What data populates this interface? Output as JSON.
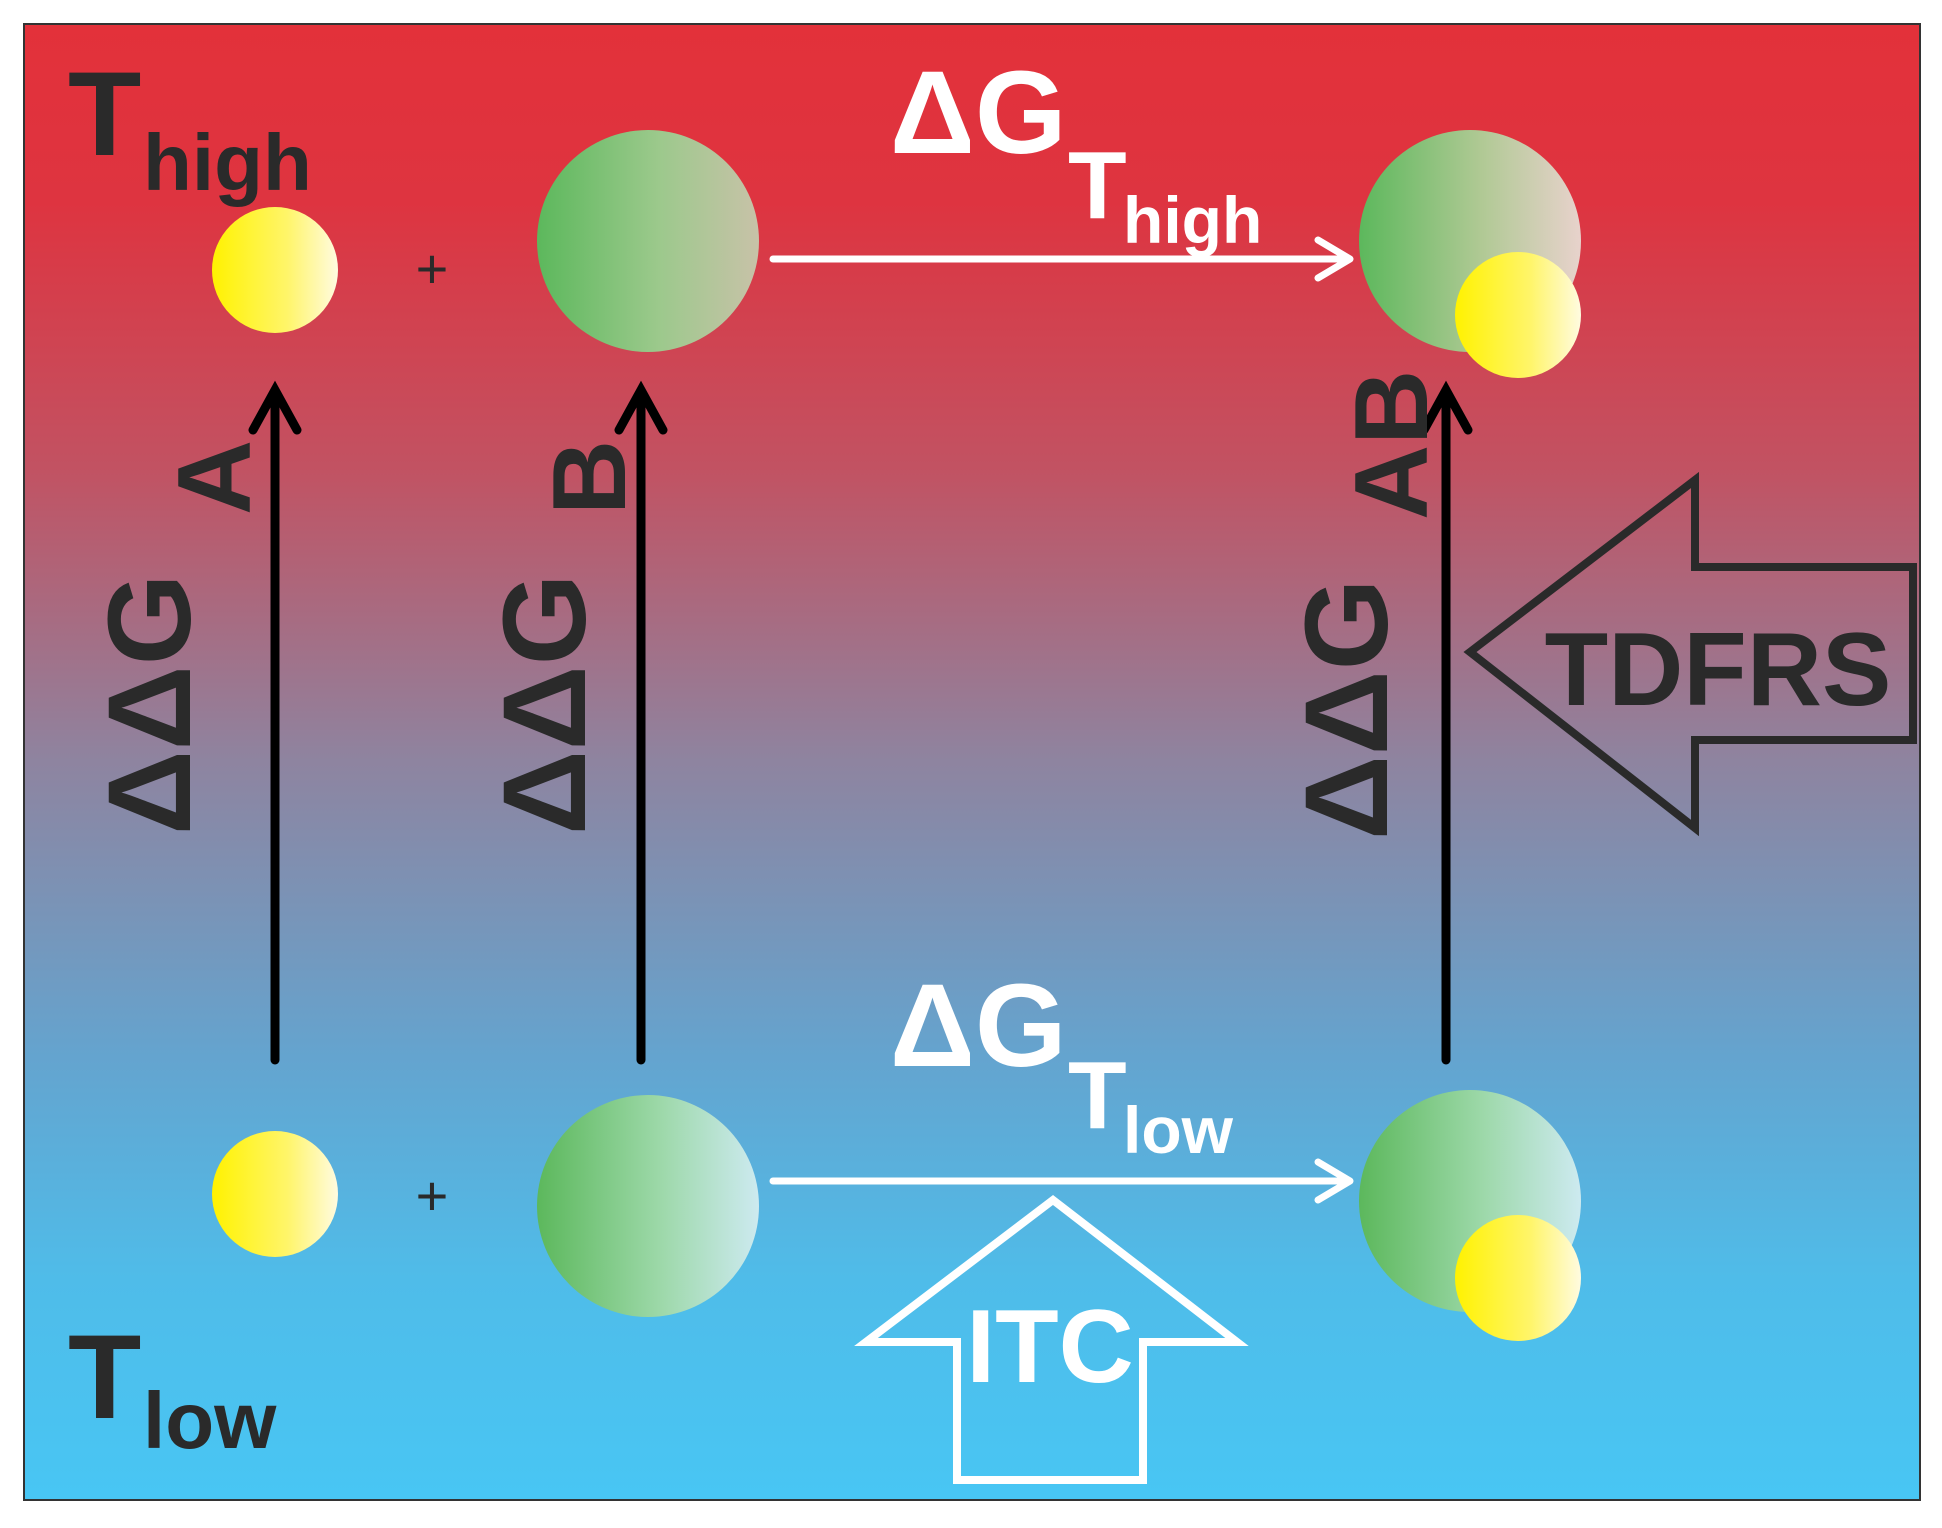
{
  "labels": {
    "t_high_main": "T",
    "t_high_sub": "high",
    "t_low_main": "T",
    "t_low_sub": "low",
    "plus": "+",
    "dg_prefix": "ΔG",
    "dg_high_t": "T",
    "dg_high_sub": "high",
    "dg_low_t": "T",
    "dg_low_sub": "low",
    "ddg_prefix": "ΔΔG",
    "ddg_a_sub": "A",
    "ddg_b_sub": "B",
    "ddg_ab_sub": "AB",
    "itc": "ITC",
    "tdfrs": "TDFRS"
  },
  "colors": {
    "hot": "#e3313a",
    "mid": "#8a86a0",
    "cold": "#48c6f4",
    "arrow_dark": "#000000",
    "arrow_light": "#ffffff",
    "outline_dark": "#2a2a2a",
    "ligand_yellow": "#fff200",
    "protein_green": "#5cb85c"
  }
}
